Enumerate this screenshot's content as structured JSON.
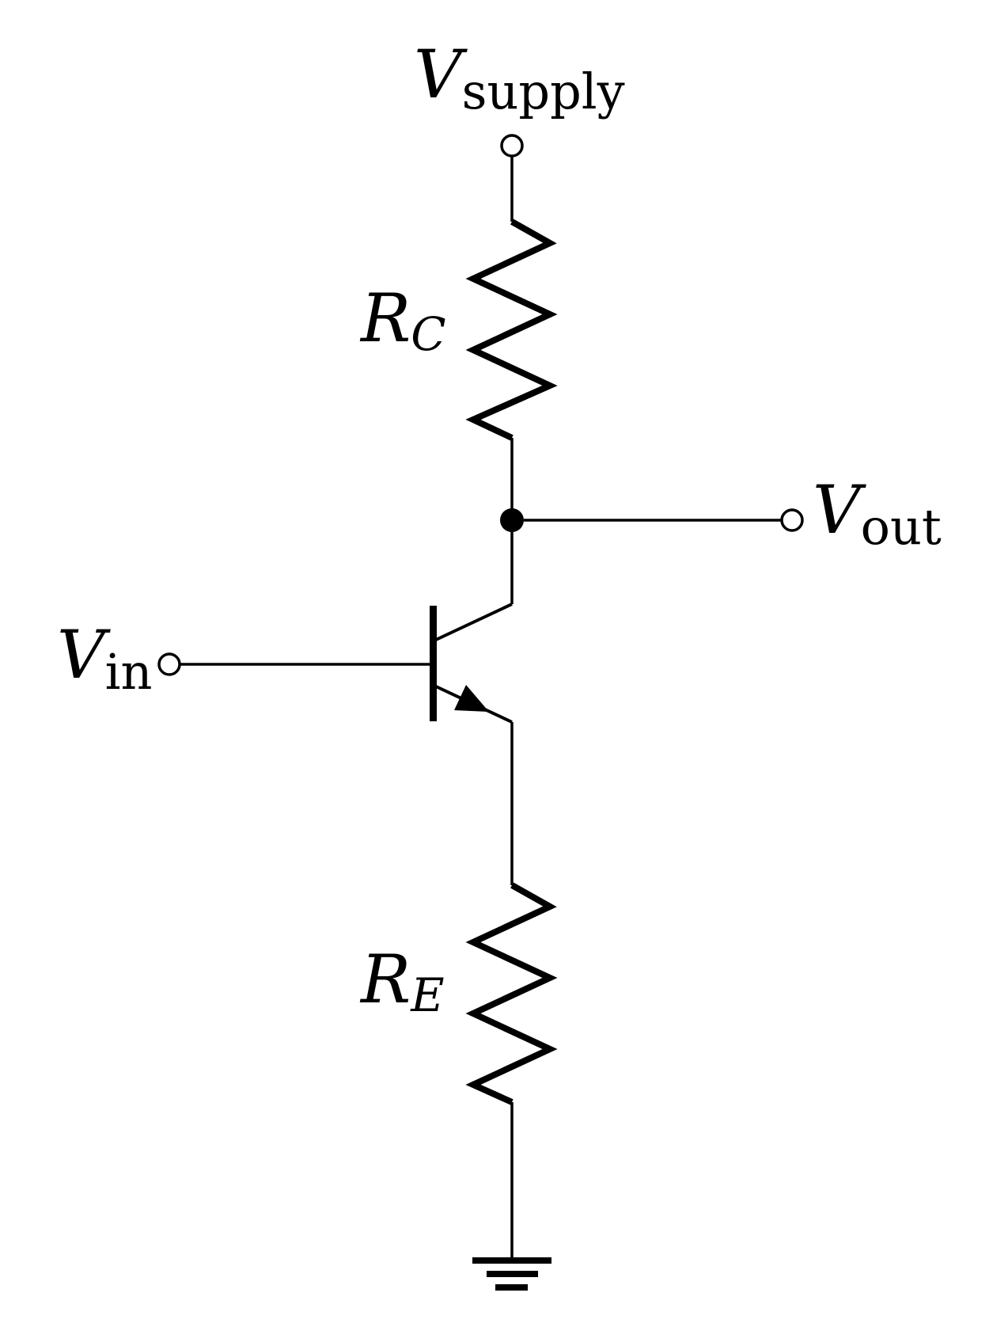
{
  "diagram": {
    "type": "circuit-schematic",
    "description": "Common-emitter NPN transistor amplifier with collector and emitter resistors",
    "colors": {
      "line": "#000000",
      "background": "#ffffff"
    },
    "labels": {
      "supply": {
        "main": "V",
        "sub": "supply"
      },
      "rc": {
        "main": "R",
        "sub": "C"
      },
      "vout": {
        "main": "V",
        "sub": "out"
      },
      "vin": {
        "main": "V",
        "sub": "in"
      },
      "re": {
        "main": "R",
        "sub": "E"
      }
    },
    "components": [
      {
        "name": "supply-terminal",
        "kind": "open-circle-terminal",
        "label": "V supply"
      },
      {
        "name": "collector-resistor",
        "kind": "resistor-zigzag",
        "label": "R C"
      },
      {
        "name": "output-node",
        "kind": "junction-dot"
      },
      {
        "name": "output-terminal",
        "kind": "open-circle-terminal",
        "label": "V out"
      },
      {
        "name": "input-terminal",
        "kind": "open-circle-terminal",
        "label": "V in"
      },
      {
        "name": "transistor",
        "kind": "npn-bjt"
      },
      {
        "name": "emitter-resistor",
        "kind": "resistor-zigzag",
        "label": "R E"
      },
      {
        "name": "ground",
        "kind": "earth-ground"
      }
    ]
  }
}
